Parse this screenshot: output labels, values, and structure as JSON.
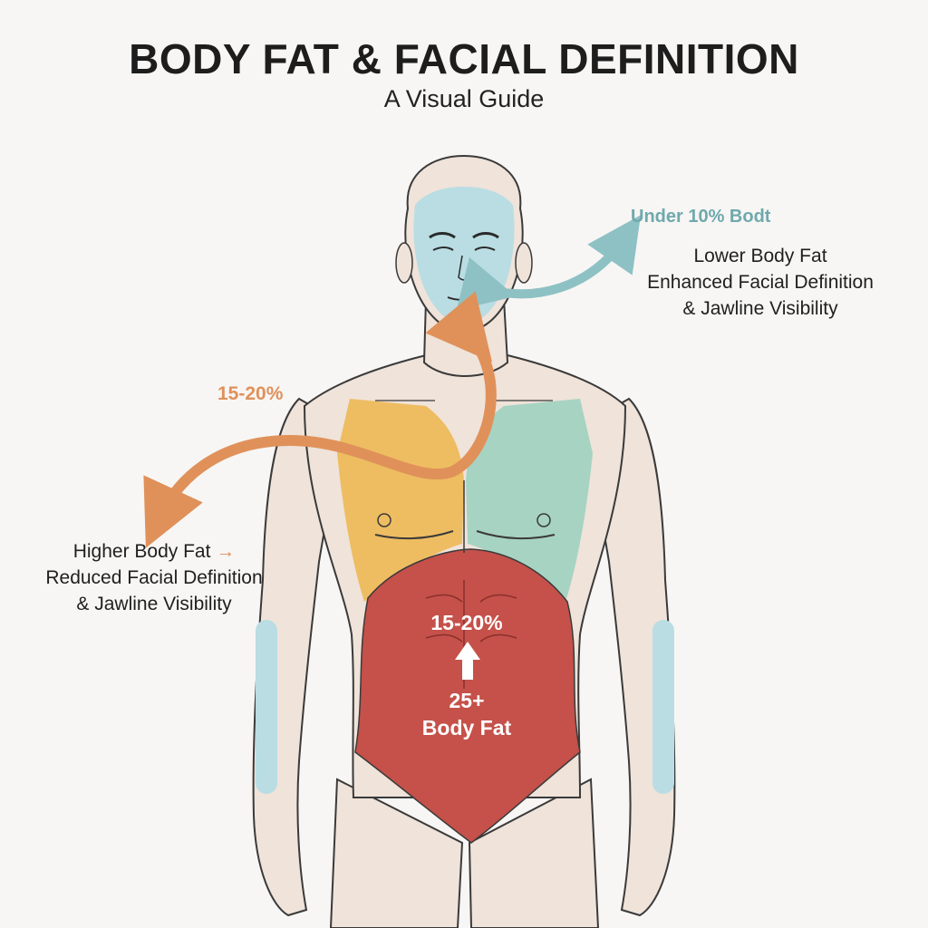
{
  "header": {
    "title": "BODY FAT & FACIAL DEFINITION",
    "subtitle": "A Visual Guide"
  },
  "right_callout": {
    "heading": "Under 10% Bodt",
    "line1": "Lower Body Fat",
    "line2": "Enhanced Facial Definition",
    "line3": "& Jawline Visibility"
  },
  "left_callout": {
    "heading": "15-20%",
    "line1": "Higher Body Fat",
    "line1_arrow": "→",
    "line2": "Reduced Facial Definition",
    "line3": "& Jawline Visibility"
  },
  "belly_labels": {
    "top": "15-20%",
    "bottom_line1": "25+",
    "bottom_line2": "Body Fat"
  },
  "colors": {
    "skin": "#efe3da",
    "outline": "#3a3a3a",
    "teal_zone": "#b9dde3",
    "orange_zone": "#eebd62",
    "green_zone": "#a7d3c2",
    "red_zone": "#c5514a",
    "teal_arrow": "#8ec1c4",
    "orange_arrow": "#e0915a"
  }
}
